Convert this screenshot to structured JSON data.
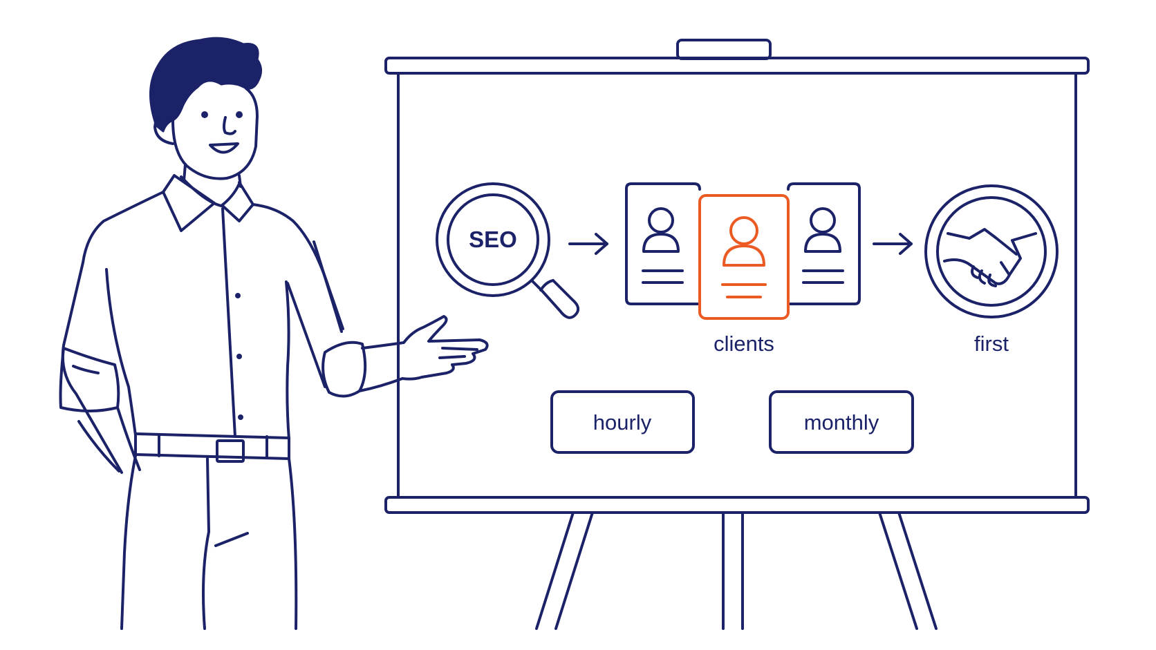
{
  "diagram": {
    "seo_label": "SEO",
    "clients_label": "clients",
    "first_label": "first",
    "options": [
      {
        "label": "hourly"
      },
      {
        "label": "monthly"
      }
    ]
  },
  "colors": {
    "line": "#1b2268",
    "accent": "#ec5a24",
    "background": "#ffffff"
  },
  "icons": [
    "magnifier-icon",
    "arrow-right-icon",
    "person-card-icon",
    "handshake-icon"
  ]
}
